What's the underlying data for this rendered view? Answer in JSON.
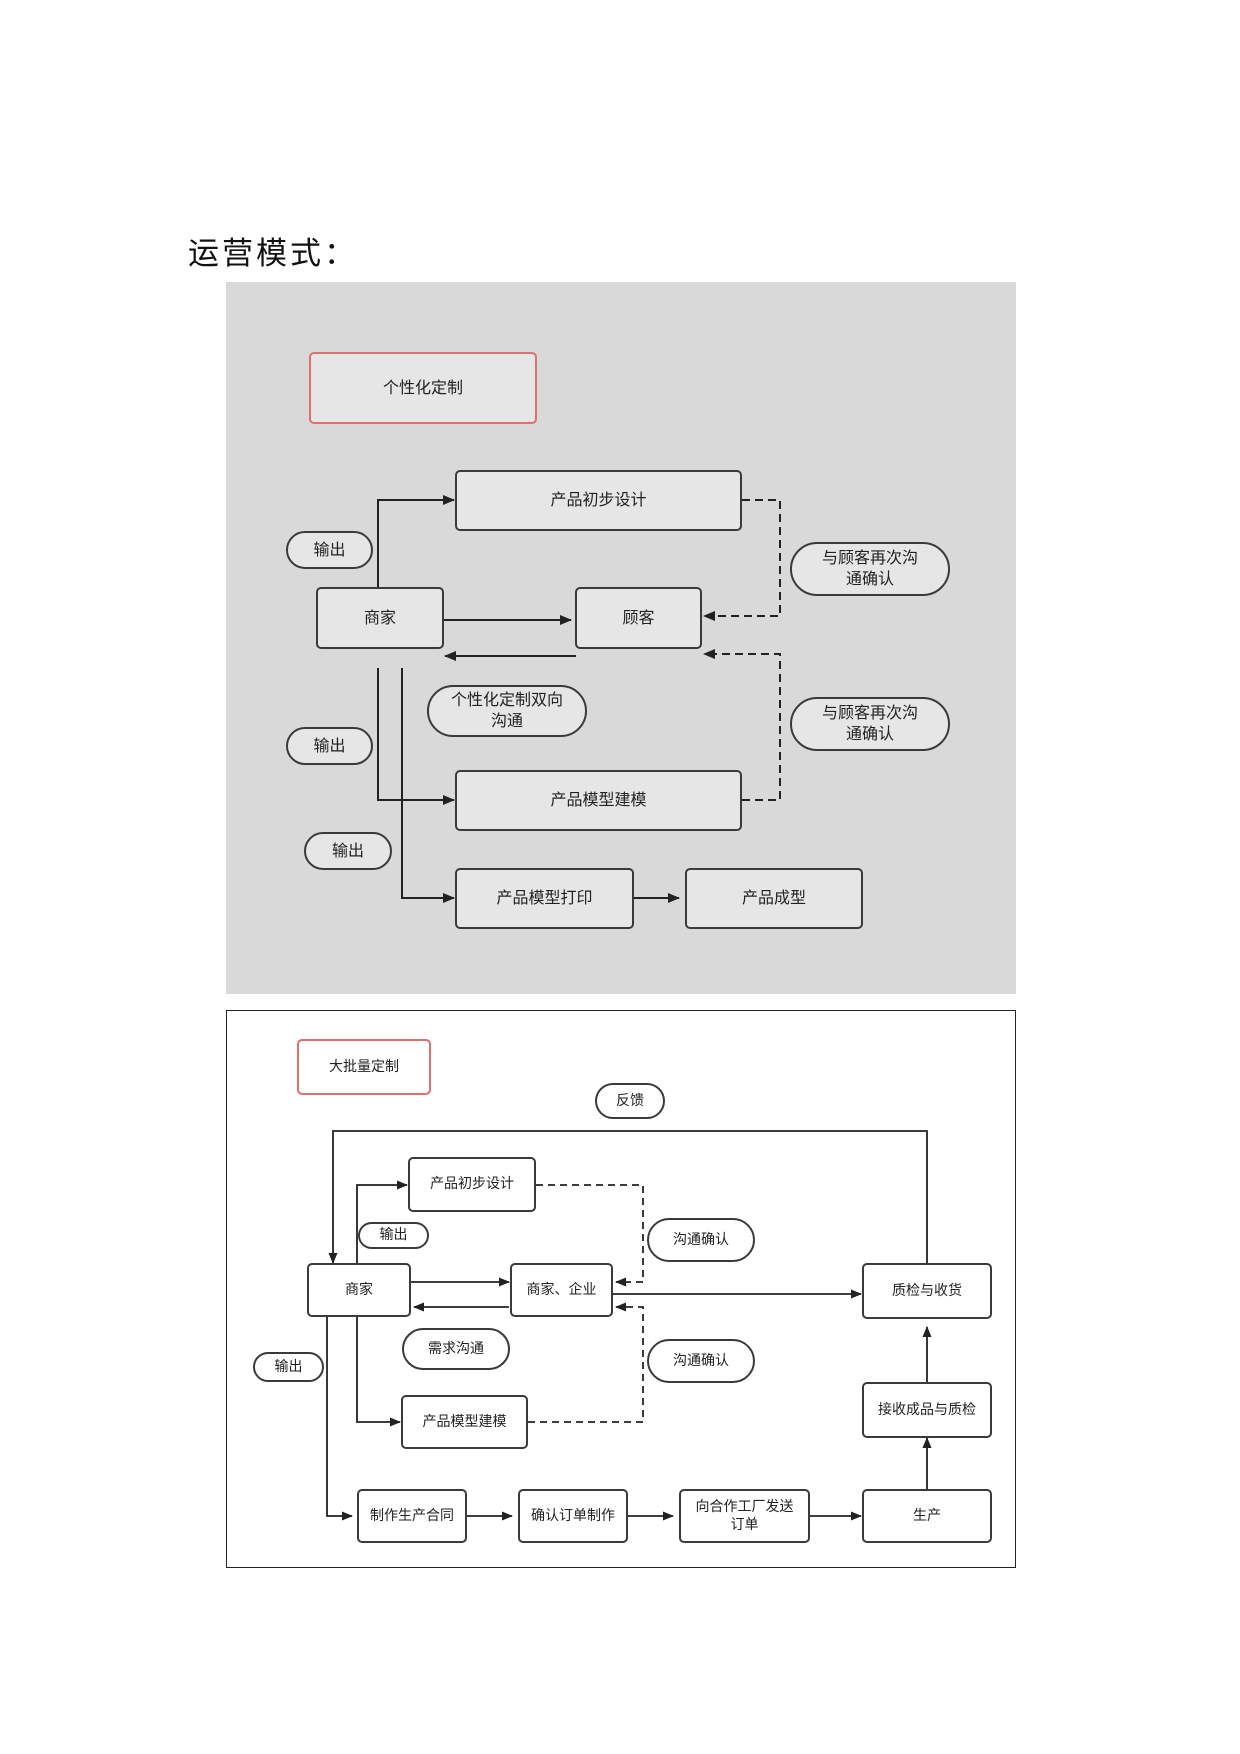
{
  "heading": "运营模式：",
  "diagram1": {
    "title": "个性化定制",
    "nodes": {
      "design": "产品初步设计",
      "merchant": "商家",
      "customer": "顾客",
      "modeling": "产品模型建模",
      "print": "产品模型打印",
      "formed": "产品成型"
    },
    "labels": {
      "output1": "输出",
      "output2": "输出",
      "output3": "输出",
      "confirm1": "与顾客再次沟通确认",
      "confirm2": "与顾客再次沟通确认",
      "two_way": "个性化定制双向沟通"
    }
  },
  "diagram2": {
    "title": "大批量定制",
    "nodes": {
      "design": "产品初步设计",
      "merchant": "商家",
      "enterprise": "商家、企业",
      "modeling": "产品模型建模",
      "contract": "制作生产合同",
      "confirm_order": "确认订单制作",
      "send_order": "向合作工厂发送订单",
      "production": "生产",
      "receive": "接收成品与质检",
      "qc": "质检与收货"
    },
    "labels": {
      "feedback": "反馈",
      "output1": "输出",
      "output2": "输出",
      "confirm1": "沟通确认",
      "confirm2": "沟通确认",
      "demand": "需求沟通"
    }
  }
}
